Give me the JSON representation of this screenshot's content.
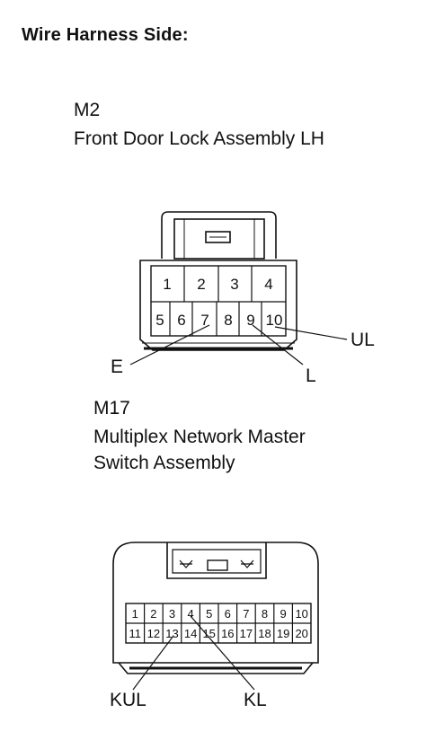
{
  "heading": "Wire Harness Side:",
  "connectors": [
    {
      "id": "M2",
      "name_lines": [
        "Front Door Lock Assembly LH"
      ],
      "pins": [
        "1",
        "2",
        "3",
        "4",
        "5",
        "6",
        "7",
        "8",
        "9",
        "10"
      ],
      "callouts": [
        "E",
        "L",
        "UL"
      ]
    },
    {
      "id": "M17",
      "name_lines": [
        "Multiplex Network Master",
        "Switch Assembly"
      ],
      "pins": [
        "1",
        "2",
        "3",
        "4",
        "5",
        "6",
        "7",
        "8",
        "9",
        "10",
        "11",
        "12",
        "13",
        "14",
        "15",
        "16",
        "17",
        "18",
        "19",
        "20"
      ],
      "callouts": [
        "KUL",
        "KL"
      ]
    }
  ]
}
